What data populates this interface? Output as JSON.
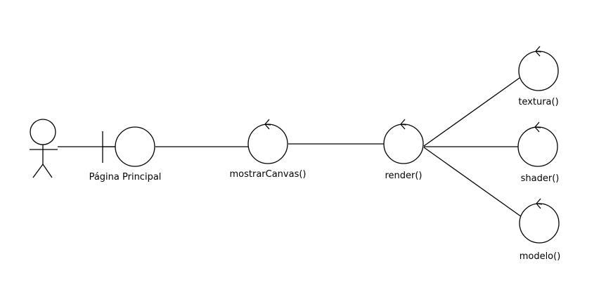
{
  "diagram": {
    "type": "robustness-diagram",
    "actor": {
      "label": ""
    },
    "boundary": {
      "label": "Página Principal"
    },
    "controls": [
      {
        "id": "mostrarCanvas",
        "label": "mostrarCanvas()"
      },
      {
        "id": "render",
        "label": "render()"
      },
      {
        "id": "textura",
        "label": "textura()"
      },
      {
        "id": "shader",
        "label": "shader()"
      },
      {
        "id": "modelo",
        "label": "modelo()"
      }
    ],
    "connections": [
      [
        "actor",
        "boundary"
      ],
      [
        "boundary",
        "mostrarCanvas"
      ],
      [
        "mostrarCanvas",
        "render"
      ],
      [
        "render",
        "textura"
      ],
      [
        "render",
        "shader"
      ],
      [
        "render",
        "modelo"
      ]
    ],
    "colors": {
      "stroke": "#000000",
      "background": "#ffffff"
    }
  }
}
